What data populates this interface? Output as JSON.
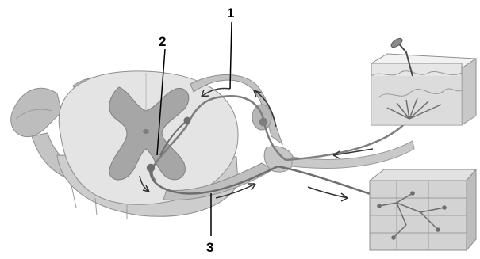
{
  "labels": {
    "label_1": "1",
    "label_2": "2",
    "label_3": "3"
  },
  "colors": {
    "white_matter": "#e4e4e4",
    "grey_matter": "#a6a6a6",
    "root": "#bdbdbd",
    "neuron": "#7e7e7e",
    "nerve": "#6e6e6e",
    "arrow": "#333333",
    "skin_surface": "#ededed",
    "dermis": "#d6d6d6",
    "muscle": "#d3d3d3",
    "leader": "#000000"
  }
}
